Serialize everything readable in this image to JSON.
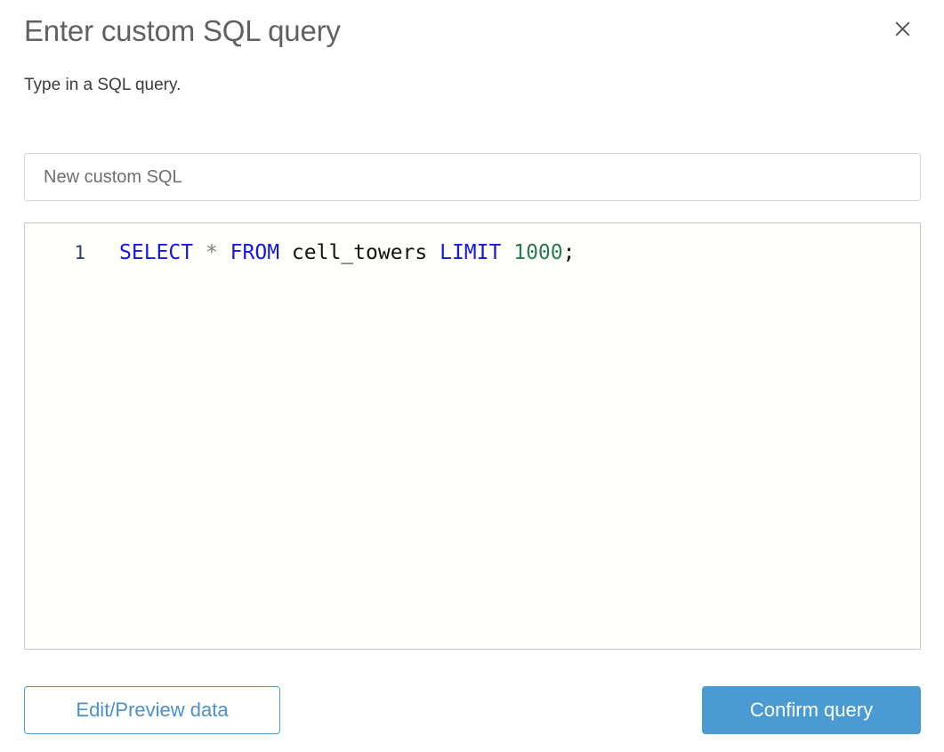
{
  "dialog": {
    "title": "Enter custom SQL query",
    "subtitle": "Type in a SQL query.",
    "close_icon": "close-icon"
  },
  "name_field": {
    "value": "",
    "placeholder": "New custom SQL"
  },
  "editor": {
    "line_number": "1",
    "query": "SELECT * FROM cell_towers LIMIT 1000;",
    "tokens": [
      {
        "text": "SELECT",
        "type": "keyword"
      },
      {
        "text": " ",
        "type": "plain"
      },
      {
        "text": "*",
        "type": "operator"
      },
      {
        "text": " ",
        "type": "plain"
      },
      {
        "text": "FROM",
        "type": "keyword"
      },
      {
        "text": " ",
        "type": "plain"
      },
      {
        "text": "cell_towers",
        "type": "identifier"
      },
      {
        "text": " ",
        "type": "plain"
      },
      {
        "text": "LIMIT",
        "type": "keyword"
      },
      {
        "text": " ",
        "type": "plain"
      },
      {
        "text": "1000",
        "type": "number"
      },
      {
        "text": ";",
        "type": "punct"
      }
    ]
  },
  "footer": {
    "secondary_label": "Edit/Preview data",
    "primary_label": "Confirm query"
  },
  "colors": {
    "accent": "#4a9ad4",
    "keyword": "#1616e8",
    "number": "#2a7a4f",
    "line_number": "#2b3d70",
    "title": "#616161",
    "border": "#d6d6d6"
  }
}
